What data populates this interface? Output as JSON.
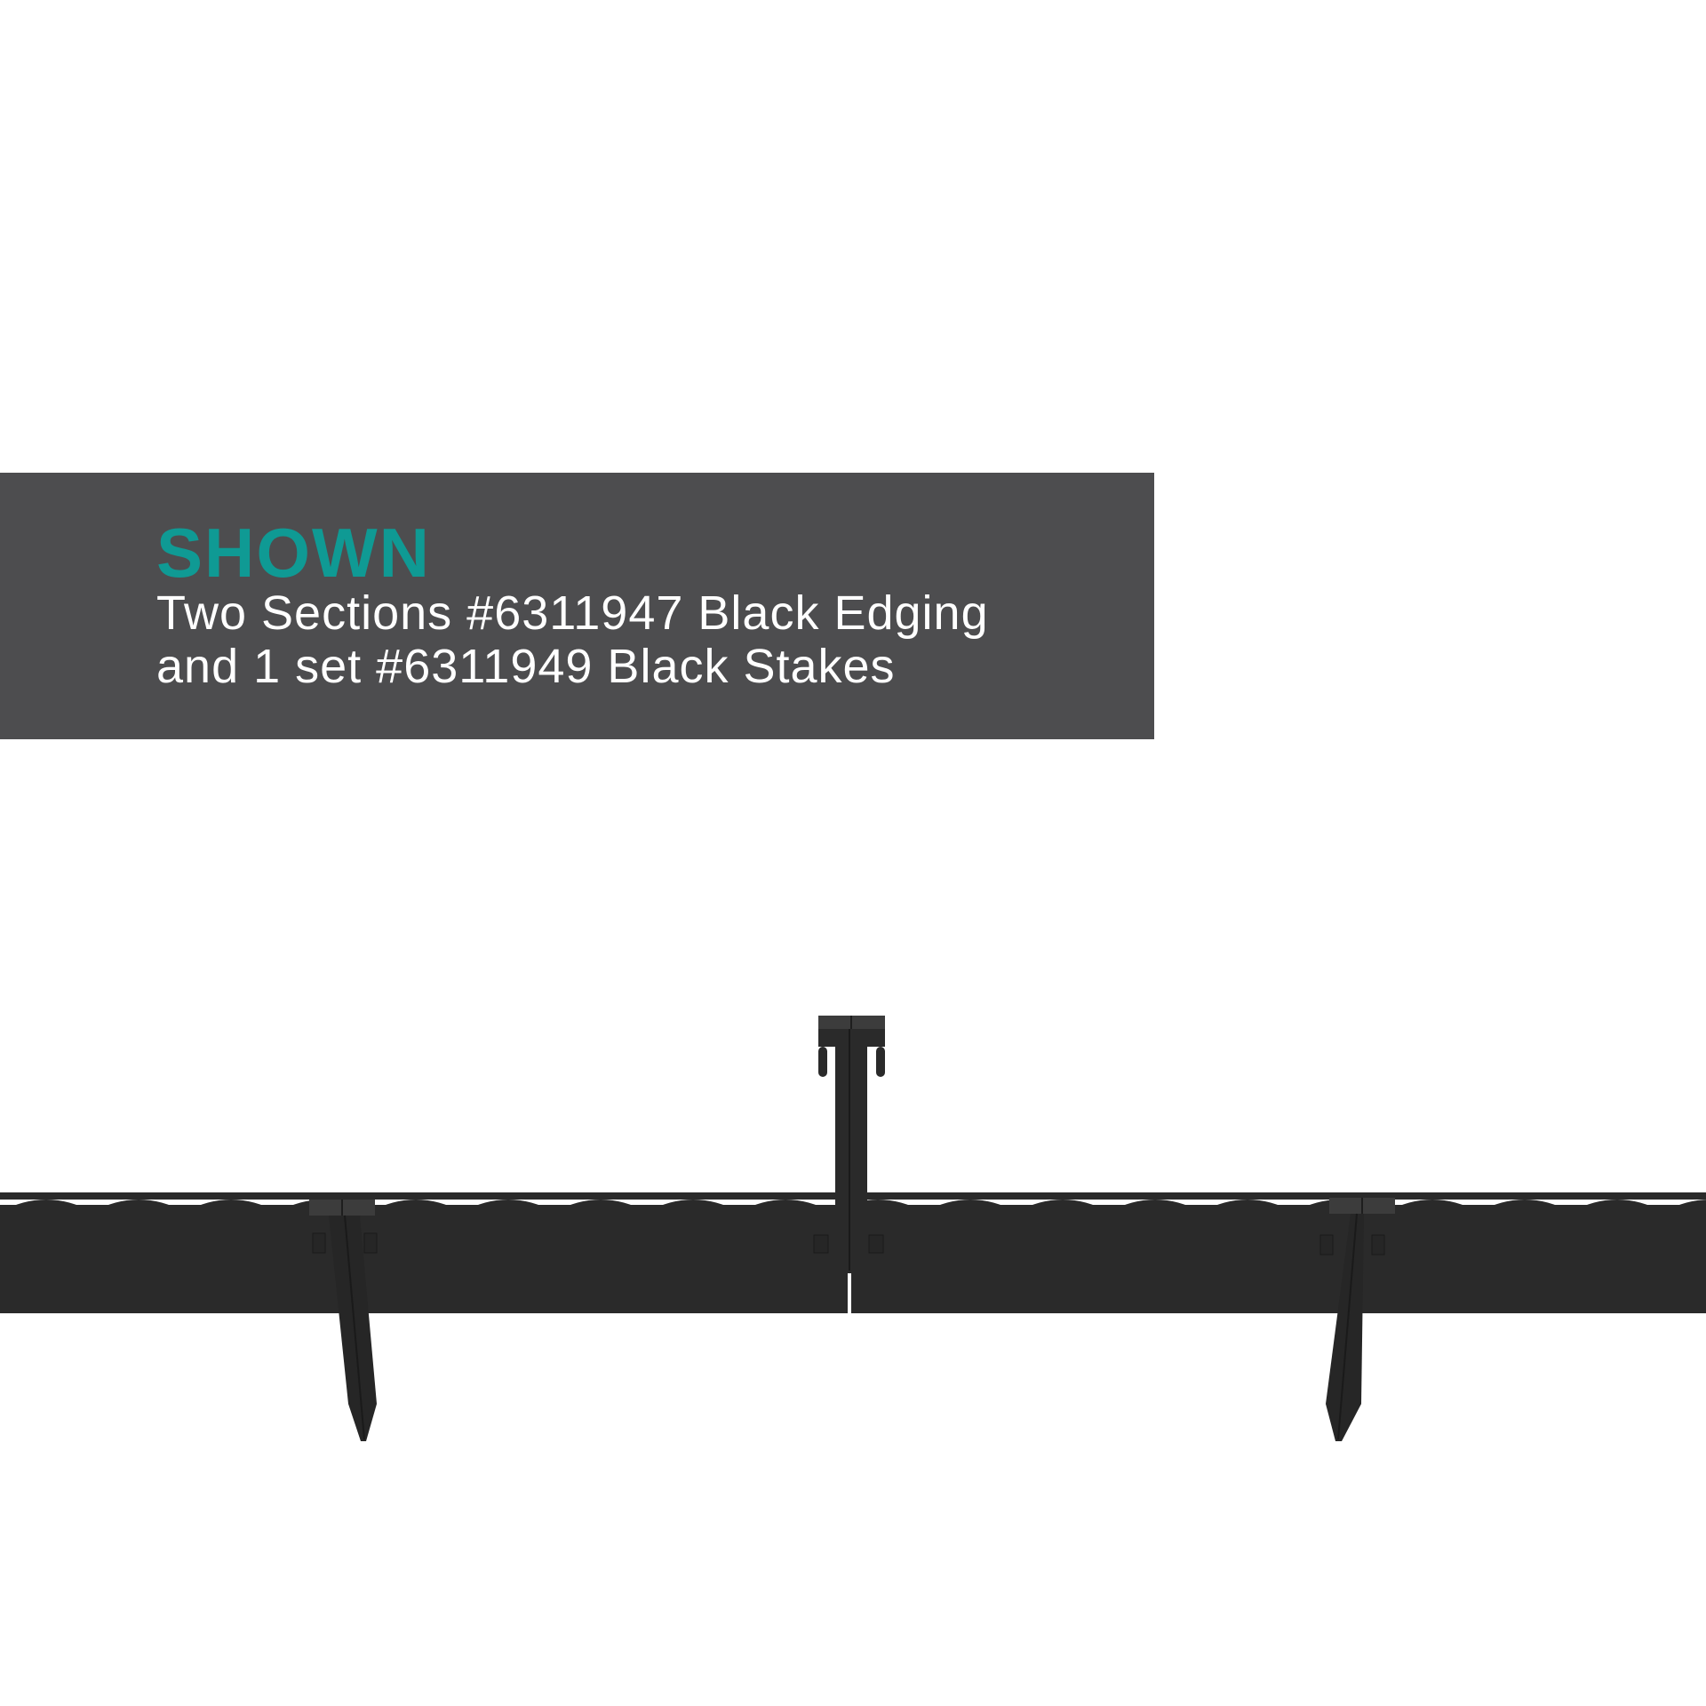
{
  "banner": {
    "title": "SHOWN",
    "line1": "Two Sections #6311947 Black Edging",
    "line2": "and 1 set #6311949 Black Stakes",
    "background_color": "#4d4d4f",
    "title_color": "#0f9a94",
    "text_color": "#ffffff"
  },
  "product": {
    "description": "Black scalloped lawn edging, two connected sections with three stakes",
    "edging_sections": 2,
    "stakes_visible": 3,
    "color": "#2a2a2a"
  }
}
